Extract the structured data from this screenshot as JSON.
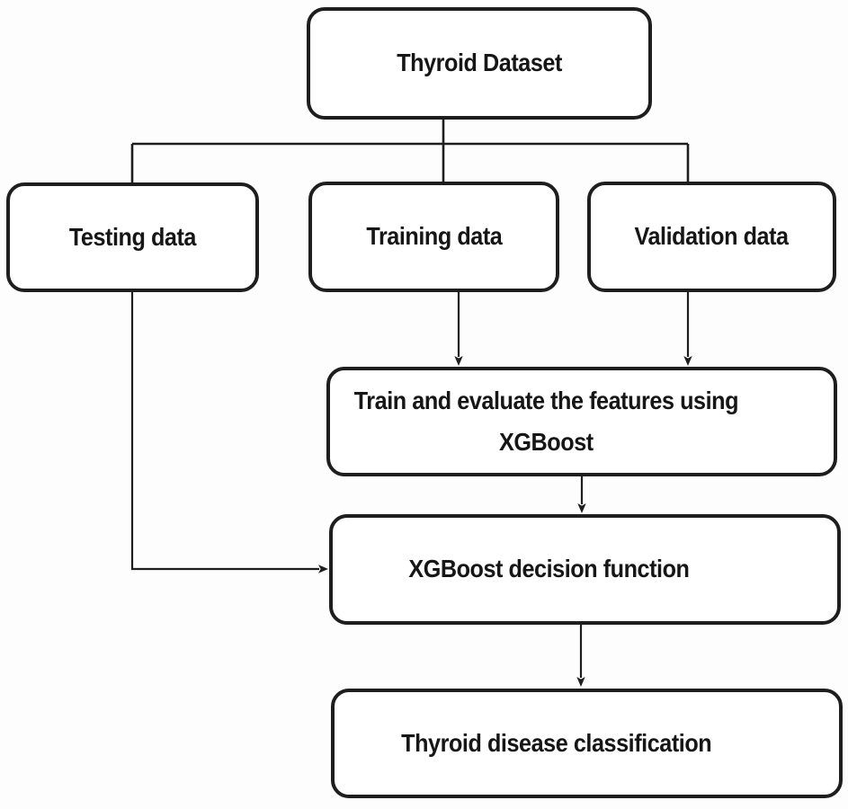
{
  "diagram": {
    "nodes": [
      {
        "id": "thyroid-dataset",
        "label": "Thyroid Dataset"
      },
      {
        "id": "testing-data",
        "label": "Testing data"
      },
      {
        "id": "training-data",
        "label": "Training data"
      },
      {
        "id": "validation-data",
        "label": "Validation data"
      },
      {
        "id": "train-evaluate",
        "label": "Train and evaluate the features using XGBoost",
        "lines": [
          "Train and evaluate the features using",
          "XGBoost"
        ]
      },
      {
        "id": "decision-function",
        "label": "XGBoost decision function"
      },
      {
        "id": "classification",
        "label": "Thyroid disease classification"
      }
    ],
    "edges": [
      {
        "from": "Thyroid Dataset",
        "to": "Testing data",
        "arrow": false
      },
      {
        "from": "Thyroid Dataset",
        "to": "Training data",
        "arrow": false
      },
      {
        "from": "Thyroid Dataset",
        "to": "Validation data",
        "arrow": false
      },
      {
        "from": "Training data",
        "to": "Train and evaluate the features using XGBoost",
        "arrow": true
      },
      {
        "from": "Validation data",
        "to": "Train and evaluate the features using XGBoost",
        "arrow": true
      },
      {
        "from": "Train and evaluate the features using XGBoost",
        "to": "XGBoost decision function",
        "arrow": true
      },
      {
        "from": "Testing data",
        "to": "XGBoost decision function",
        "arrow": true
      },
      {
        "from": "XGBoost decision function",
        "to": "Thyroid disease classification",
        "arrow": true
      }
    ],
    "style": {
      "line_color": "#1e1e1e",
      "border_color": "#1e1e1e",
      "text_color": "#161616",
      "node_background": "#ffffff",
      "page_background": "#fdfdfd"
    }
  }
}
